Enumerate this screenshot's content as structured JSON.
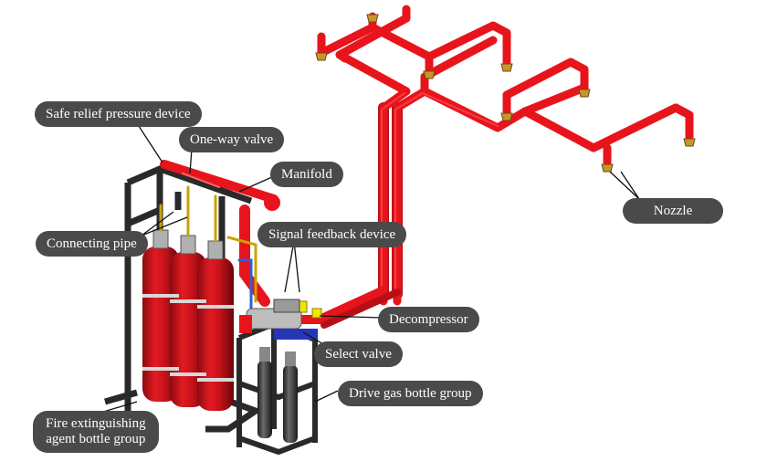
{
  "labels": {
    "safe_relief": "Safe relief pressure device",
    "one_way_valve": "One-way valve",
    "manifold": "Manifold",
    "connecting_pipe": "Connecting pipe",
    "signal_feedback": "Signal feedback device",
    "decompressor": "Decompressor",
    "select_valve": "Select valve",
    "drive_gas": "Drive gas bottle group",
    "fire_agent_line1": "Fire extinguishing",
    "fire_agent_line2": "agent bottle group",
    "nozzle": "Nozzle"
  },
  "colors": {
    "pipe_red": "#e8141c",
    "pipe_shadow": "#b80f15",
    "frame": "#2a2a2a",
    "label_bg": "#4a4a4a",
    "nozzle": "#c8952a",
    "yellow_device": "#f2e600",
    "blue_valve": "#2636b8",
    "drive_bottle": "#3a3a3a"
  }
}
